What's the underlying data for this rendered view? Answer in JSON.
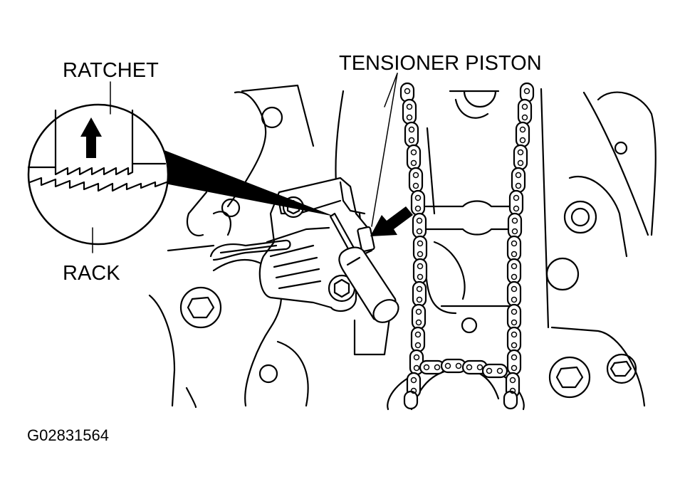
{
  "labels": {
    "ratchet": "RATCHET",
    "rack": "RACK",
    "tensioner_piston": "TENSIONER PISTON",
    "figure_id": "G02831564"
  },
  "colors": {
    "ink": "#000000",
    "paper": "#ffffff"
  },
  "icons": {
    "direction_arrow": "up-arrow-icon",
    "push_arrow": "push-arrow-icon"
  }
}
